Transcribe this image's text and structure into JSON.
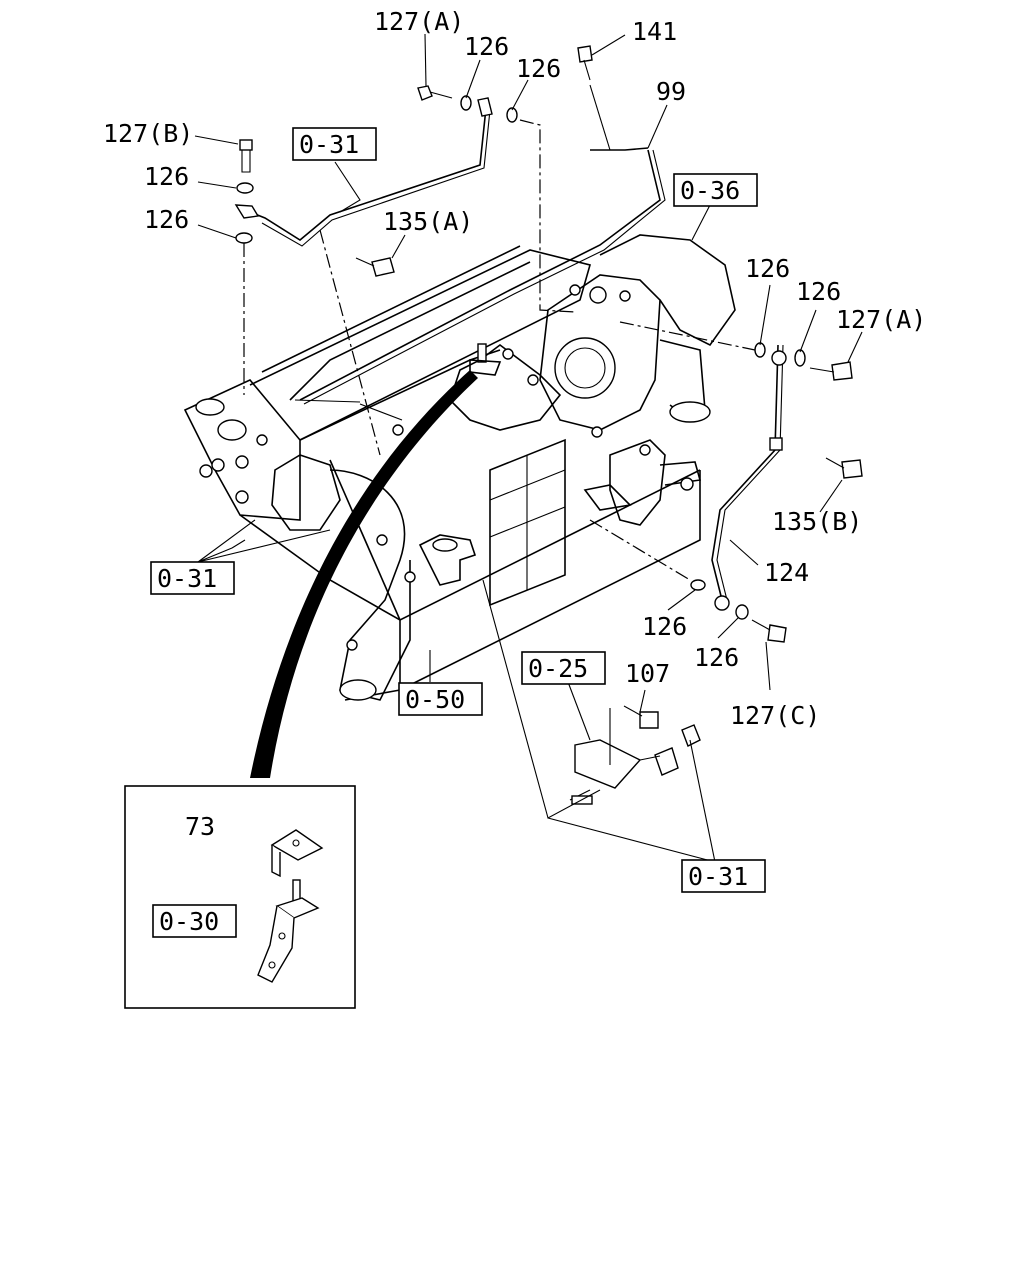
{
  "diagram": {
    "callouts": {
      "c127a_top": "127(A)",
      "c126_top1": "126",
      "c126_top2": "126",
      "c141": "141",
      "c99": "99",
      "c127b": "127(B)",
      "c126_left1": "126",
      "c126_left2": "126",
      "c135a": "135(A)",
      "c126_right1": "126",
      "c126_right2": "126",
      "c127a_right": "127(A)",
      "c135b": "135(B)",
      "c124": "124",
      "c126_low1": "126",
      "c126_low2": "126",
      "c107": "107",
      "c127c": "127(C)",
      "c73": "73"
    },
    "ref_boxes": {
      "r031_top": "0-31",
      "r036": "0-36",
      "r031_left": "0-31",
      "r050": "0-50",
      "r025": "0-25",
      "r031_bottom": "0-31",
      "r030": "0-30"
    }
  }
}
